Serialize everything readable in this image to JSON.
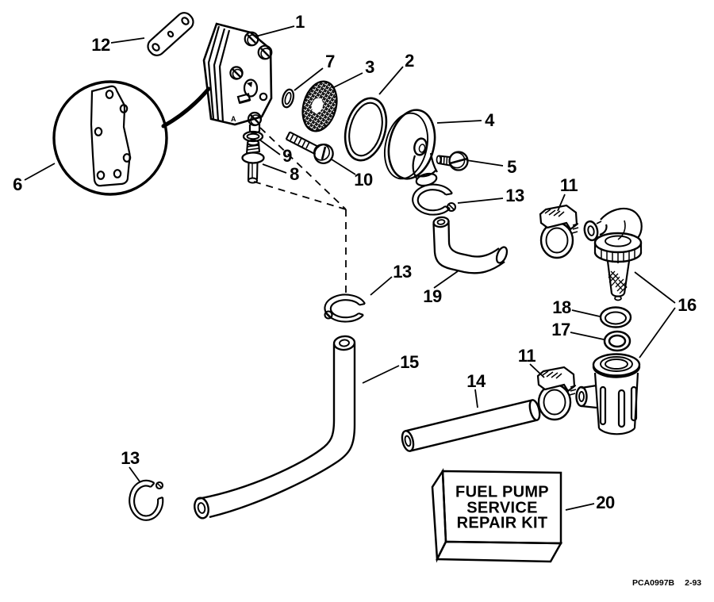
{
  "diagram": {
    "kit_box": {
      "line1": "FUEL PUMP",
      "line2": "SERVICE",
      "line3": "REPAIR KIT"
    },
    "figure_code": "PCA0997B",
    "figure_date": "2-93",
    "pump_mark": "A",
    "callouts": [
      {
        "label": "12"
      },
      {
        "label": "1"
      },
      {
        "label": "7"
      },
      {
        "label": "3"
      },
      {
        "label": "2"
      },
      {
        "label": "4"
      },
      {
        "label": "5"
      },
      {
        "label": "6"
      },
      {
        "label": "9"
      },
      {
        "label": "8"
      },
      {
        "label": "10"
      },
      {
        "label": "13"
      },
      {
        "label": "11"
      },
      {
        "label": "19"
      },
      {
        "label": "13"
      },
      {
        "label": "18"
      },
      {
        "label": "17"
      },
      {
        "label": "16"
      },
      {
        "label": "15"
      },
      {
        "label": "14"
      },
      {
        "label": "11"
      },
      {
        "label": "13"
      },
      {
        "label": "20"
      }
    ]
  }
}
